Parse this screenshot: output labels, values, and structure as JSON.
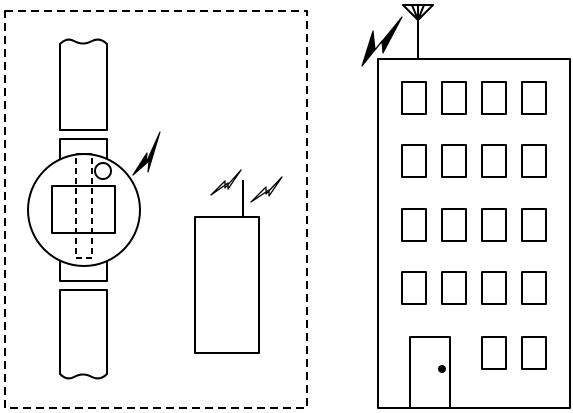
{
  "diagram": {
    "labels": [],
    "stroke_color": "#000000",
    "background_color": "#ffffff",
    "components": {
      "boundary": "dashed-boundary",
      "wearable": "wrist-watch-device",
      "relay": "relay-transmitter-unit",
      "building": "multi-storey-building",
      "signals": [
        "wireless-signal-icon",
        "wireless-signal-icon",
        "wireless-signal-icon",
        "wireless-signal-icon"
      ]
    },
    "building": {
      "window_rows": 5,
      "window_columns": 4
    }
  }
}
